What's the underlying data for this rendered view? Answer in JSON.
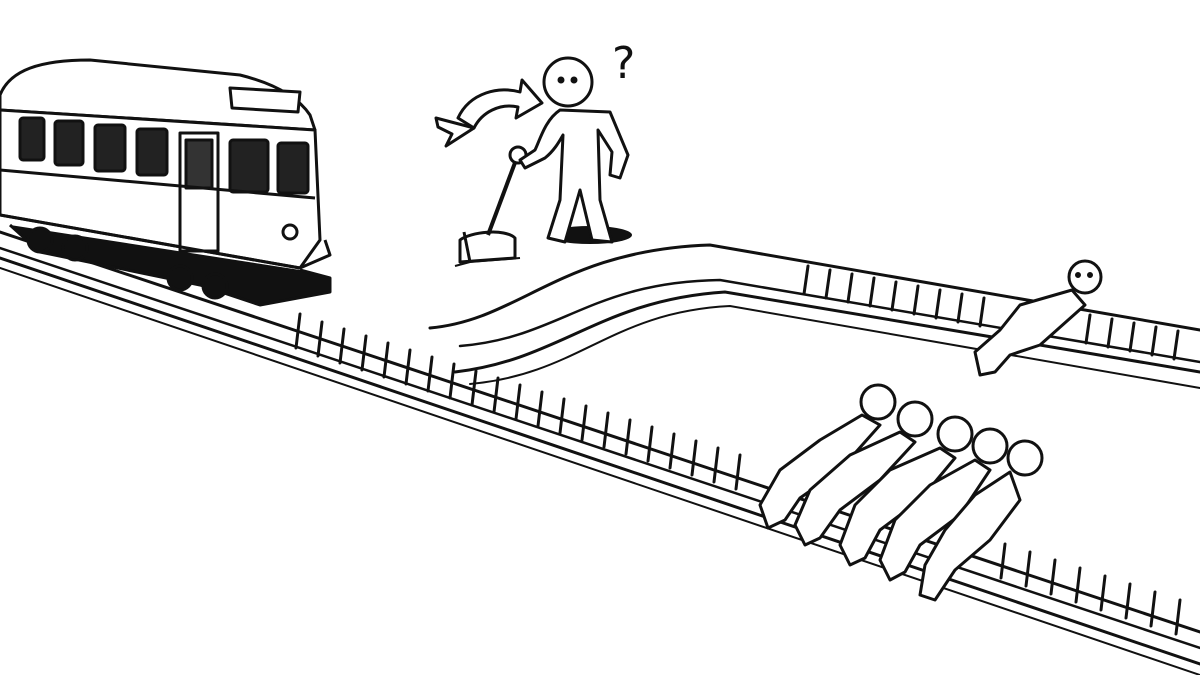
{
  "scene": {
    "background": "#ffffff",
    "ink": "#111111",
    "shadow": "#0a0a0a",
    "question_mark": "?",
    "tracks": [
      "main-track",
      "side-track"
    ],
    "people_on_main_track": 5,
    "people_on_side_track": 1,
    "icons": [
      "trolley",
      "lever",
      "curved-double-arrow-icon",
      "bystander",
      "person-lying"
    ]
  }
}
